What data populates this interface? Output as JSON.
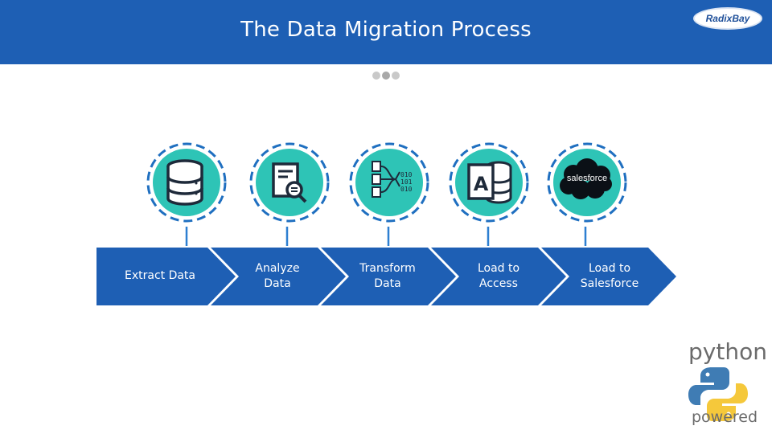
{
  "header": {
    "title": "The Data Migration Process",
    "logo_text": "RadixBay"
  },
  "steps": [
    {
      "label_lines": [
        "Extract Data"
      ],
      "icon": "database-icon"
    },
    {
      "label_lines": [
        "Analyze",
        "Data"
      ],
      "icon": "document-search-icon"
    },
    {
      "label_lines": [
        "Transform",
        "Data"
      ],
      "icon": "transform-binary-icon"
    },
    {
      "label_lines": [
        "Load to",
        "Access"
      ],
      "icon": "access-database-icon"
    },
    {
      "label_lines": [
        "Load to",
        "Salesforce"
      ],
      "icon": "salesforce-cloud-icon"
    }
  ],
  "salesforce_logo_text": "salesforce",
  "python_badge": {
    "top_text": "python",
    "bottom_text": "powered"
  },
  "colors": {
    "header": "#1e5fb4",
    "step_fill": "#1e5fb4",
    "circle_fill": "#2ec4b6",
    "dashed_ring": "#1f6fc0",
    "connector": "#2d7fd1",
    "icon_dark": "#1e2a3a"
  }
}
